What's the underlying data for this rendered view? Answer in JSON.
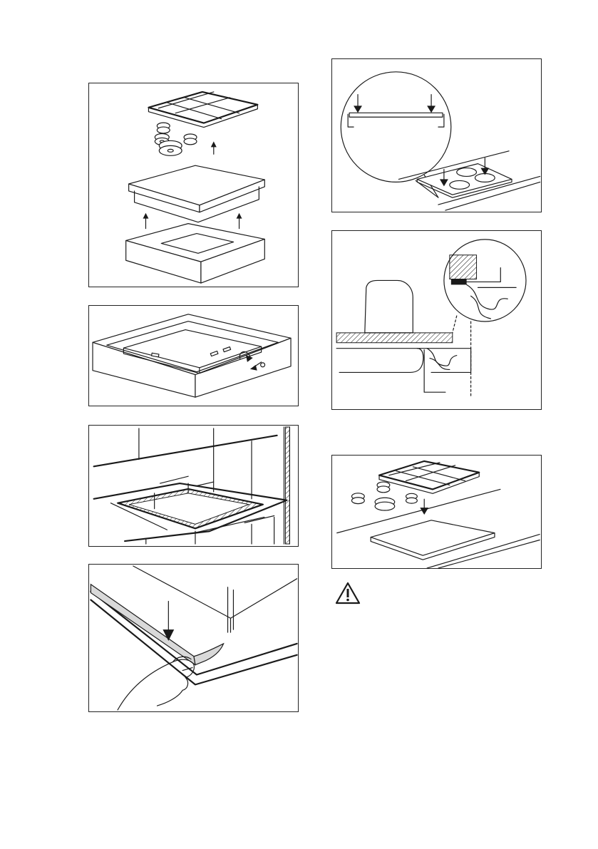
{
  "figures": [
    {
      "id": "fig1",
      "icon": "hob-exploded-assembly-illustration"
    },
    {
      "id": "fig2",
      "icon": "hob-in-cabinet-fixing-illustration"
    },
    {
      "id": "fig3",
      "icon": "worktop-cutout-dimensions-illustration"
    },
    {
      "id": "fig4",
      "icon": "seal-strip-application-illustration"
    },
    {
      "id": "fig5",
      "icon": "hob-press-down-detail-illustration"
    },
    {
      "id": "fig6",
      "icon": "worktop-section-detail-illustration"
    },
    {
      "id": "fig7",
      "icon": "hob-placement-illustration"
    }
  ],
  "warning": {
    "icon": "warning-triangle-icon",
    "color": "#1a1a1a"
  }
}
